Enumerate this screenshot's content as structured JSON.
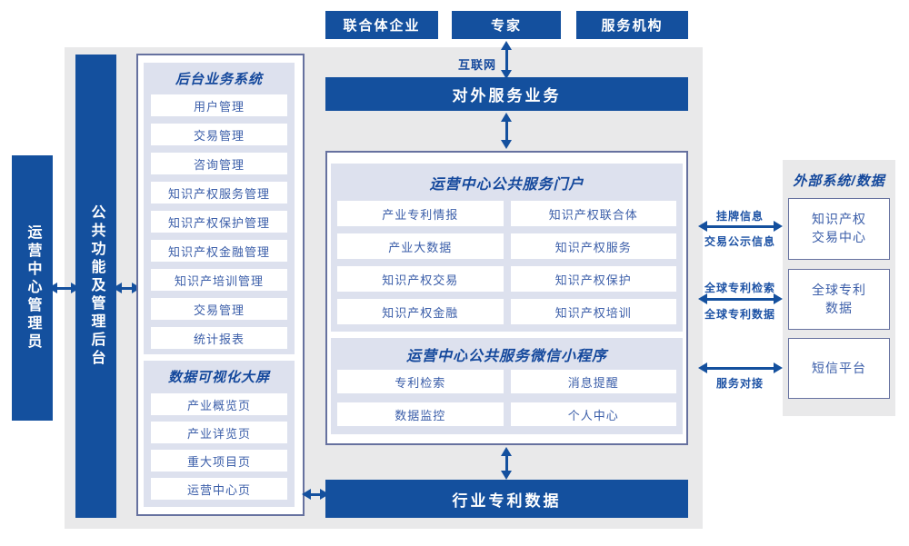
{
  "colors": {
    "primary_blue": "#14509e",
    "title_blue": "#14489c",
    "item_text_blue": "#3b5ea9",
    "panel_lavender": "#dde1ee",
    "background_gray": "#e9e9ea",
    "container_border": "#66719f"
  },
  "top_actors": {
    "consortium": "联合体企业",
    "expert": "专家",
    "agency": "服务机构"
  },
  "internet_label": "互联网",
  "external_service_bar": "对外服务业务",
  "admin_bar": "运营中心管理员",
  "backend_bar": "公共功能及管理后台",
  "left_panel": {
    "system": {
      "title": "后台业务系统",
      "items": [
        "用户管理",
        "交易管理",
        "咨询管理",
        "知识产权服务管理",
        "知识产权保护管理",
        "知识产权金融管理",
        "知识产培训管理",
        "交易管理",
        "统计报表"
      ]
    },
    "dashboard": {
      "title": "数据可视化大屏",
      "items": [
        "产业概览页",
        "产业详览页",
        "重大项目页",
        "运营中心页"
      ]
    }
  },
  "center": {
    "portal": {
      "title": "运营中心公共服务门户",
      "items": [
        "产业专利情报",
        "知识产权联合体",
        "产业大数据",
        "知识产权服务",
        "知识产权交易",
        "知识产权保护",
        "知识产权金融",
        "知识产权培训"
      ]
    },
    "miniprogram": {
      "title": "运营中心公共服务微信小程序",
      "items": [
        "专利检索",
        "消息提醒",
        "数据监控",
        "个人中心"
      ]
    }
  },
  "industry_data_bar": "行业专利数据",
  "external_panel": {
    "title": "外部系统/数据",
    "systems": [
      {
        "line1": "知识产权",
        "line2": "交易中心"
      },
      {
        "line1": "全球专利",
        "line2": "数据"
      },
      {
        "line1": "短信平台",
        "line2": ""
      }
    ]
  },
  "connections": {
    "listing_top": "挂牌信息",
    "listing_bottom": "交易公示信息",
    "patent_top": "全球专利检索",
    "patent_bottom": "全球专利数据",
    "service_bottom": "服务对接"
  }
}
